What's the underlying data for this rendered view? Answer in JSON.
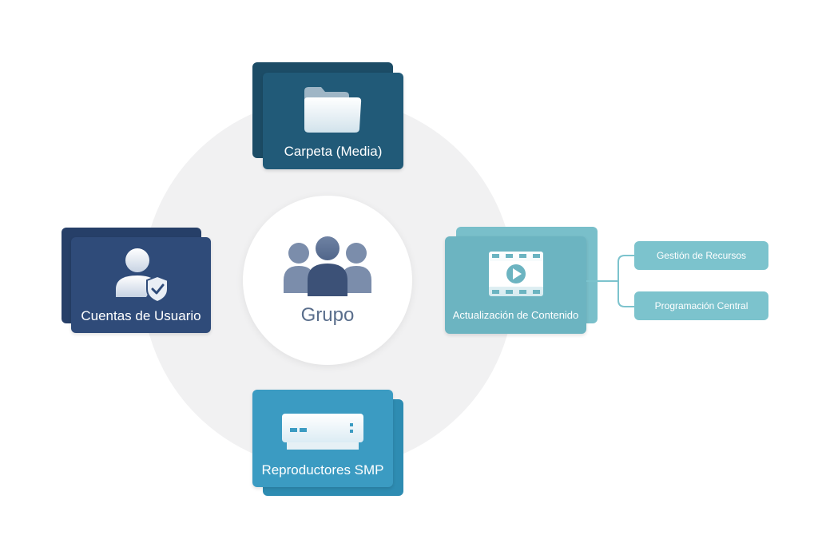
{
  "center": {
    "label": "Grupo",
    "icon": "group-users-icon"
  },
  "cards": {
    "carpeta": {
      "label": "Carpeta (Media)",
      "icon": "folder-icon"
    },
    "cuentas": {
      "label": "Cuentas de Usuario",
      "icon": "user-shield-icon"
    },
    "actualizacion": {
      "label": "Actualización de Contenido",
      "icon": "video-play-icon"
    },
    "reproductores": {
      "label": "Reproductores SMP",
      "icon": "media-player-device-icon"
    }
  },
  "sub_items": {
    "gestion": "Gestión de Recursos",
    "programacion": "Programación Central"
  },
  "colors": {
    "dark_teal": "#215a78",
    "navy": "#2f4b79",
    "light_teal": "#6cb4c1",
    "blue": "#3b9bc2",
    "pill": "#7cc3cd"
  }
}
